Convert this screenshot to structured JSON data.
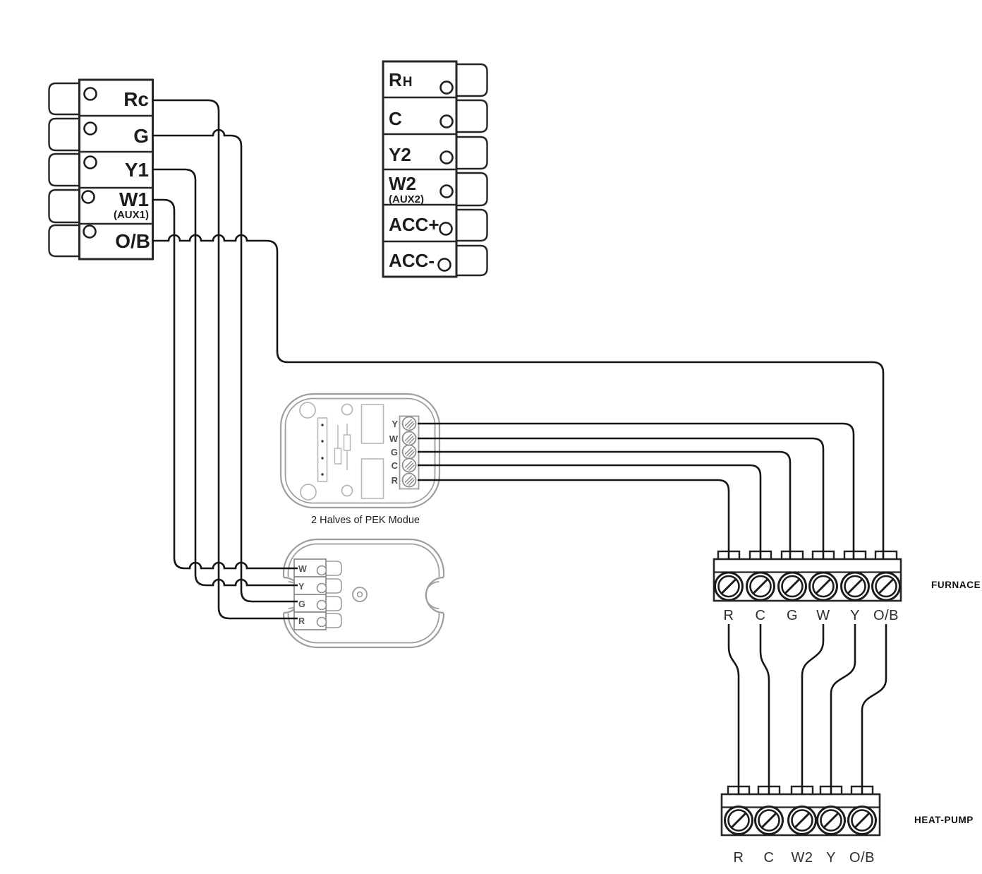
{
  "left_block": {
    "terminals": [
      {
        "label": "Rc"
      },
      {
        "label": "G"
      },
      {
        "label": "Y1"
      },
      {
        "label": "W1",
        "sublabel": "(AUX1)"
      },
      {
        "label": "O/B"
      }
    ]
  },
  "right_block": {
    "terminals": [
      {
        "label_main": "R",
        "label_small": "H"
      },
      {
        "label": "C"
      },
      {
        "label": "Y2"
      },
      {
        "label": "W2",
        "sublabel": "(AUX2)"
      },
      {
        "label": "ACC+"
      },
      {
        "label": "ACC-"
      }
    ]
  },
  "pek": {
    "caption": "2 Halves of PEK Modue",
    "top_terminals": [
      "Y",
      "W",
      "G",
      "C",
      "R"
    ],
    "bottom_terminals": [
      "W",
      "Y",
      "G",
      "R"
    ]
  },
  "furnace": {
    "name": "FURNACE",
    "terminals": [
      "R",
      "C",
      "G",
      "W",
      "Y",
      "O/B"
    ]
  },
  "heat_pump": {
    "name": "HEAT-PUMP",
    "terminals": [
      "R",
      "C",
      "W2",
      "Y",
      "O/B"
    ]
  },
  "connections": [
    {
      "from": "thermostat Rc",
      "to": "PEK bottom R"
    },
    {
      "from": "thermostat G",
      "to": "PEK bottom G"
    },
    {
      "from": "thermostat Y1",
      "to": "PEK bottom Y"
    },
    {
      "from": "thermostat W1",
      "to": "PEK bottom W"
    },
    {
      "from": "thermostat O/B",
      "to": "furnace O/B"
    },
    {
      "from": "PEK top Y",
      "to": "furnace Y"
    },
    {
      "from": "PEK top W",
      "to": "furnace W"
    },
    {
      "from": "PEK top G",
      "to": "furnace G"
    },
    {
      "from": "PEK top C",
      "to": "furnace C"
    },
    {
      "from": "PEK top R",
      "to": "furnace R"
    },
    {
      "from": "furnace R",
      "to": "heat-pump R"
    },
    {
      "from": "furnace C",
      "to": "heat-pump C"
    },
    {
      "from": "furnace W",
      "to": "heat-pump W2"
    },
    {
      "from": "furnace Y",
      "to": "heat-pump Y"
    },
    {
      "from": "furnace O/B",
      "to": "heat-pump O/B"
    }
  ],
  "colors": {
    "background": "#ffffff",
    "wire": "#161616",
    "terminal_block_outline": "#262626",
    "pek_module_outline": "#9e9e9e",
    "pek_module_detail": "#b8b8b8",
    "label_dark": "#1c1c1c",
    "label_gray": "#4f4f4f"
  }
}
